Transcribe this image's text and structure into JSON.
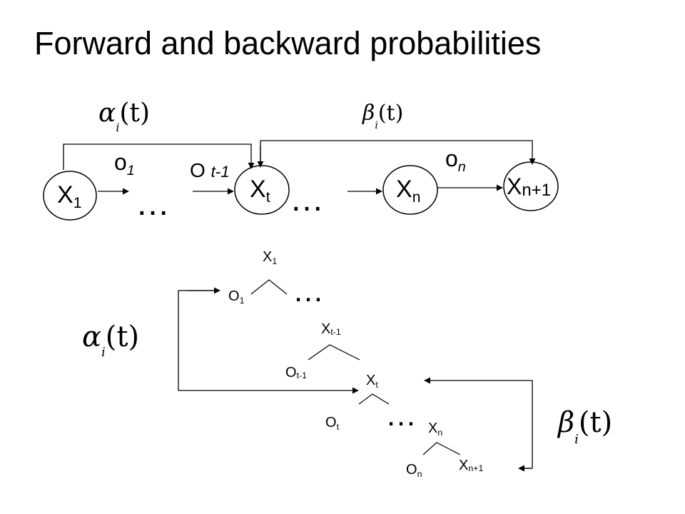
{
  "slide": {
    "title": "Forward and backward probabilities"
  },
  "top": {
    "alpha_symbol": "α",
    "alpha_sub": "i",
    "alpha_arg": "(t)",
    "beta_symbol": "β",
    "beta_sub": "i",
    "beta_arg": "(t)",
    "x1": {
      "main": "X",
      "sub": "1"
    },
    "xt": {
      "main": "X",
      "sub": "t"
    },
    "xn": {
      "main": "X",
      "sub": "n"
    },
    "xn1": {
      "main": "X",
      "sub": "n+1"
    },
    "o1": {
      "main": "o",
      "sub": "1"
    },
    "ot1": {
      "main": "O",
      "sub": "t-1"
    },
    "on": {
      "main": "o",
      "sub": "n"
    },
    "ellipsis": "…"
  },
  "bottom": {
    "alpha_symbol": "α",
    "alpha_sub": "i",
    "alpha_arg": "(t)",
    "beta_symbol": "β",
    "beta_sub": "i",
    "beta_arg": "(t)",
    "x1": {
      "main": "X",
      "sub": "1"
    },
    "o1": {
      "main": "O",
      "sub": "1"
    },
    "xt1": {
      "main": "X",
      "sub": "t-1"
    },
    "ot1": {
      "main": "O",
      "sub": "t-1"
    },
    "xt": {
      "main": "X",
      "sub": "t"
    },
    "ot": {
      "main": "O",
      "sub": "t"
    },
    "xn": {
      "main": "X",
      "sub": "n"
    },
    "on": {
      "main": "O",
      "sub": "n"
    },
    "xn1": {
      "main": "X",
      "sub": "n+1"
    },
    "ellipsis": "…"
  },
  "colors": {
    "ink": "#000000",
    "background": "#ffffff"
  }
}
